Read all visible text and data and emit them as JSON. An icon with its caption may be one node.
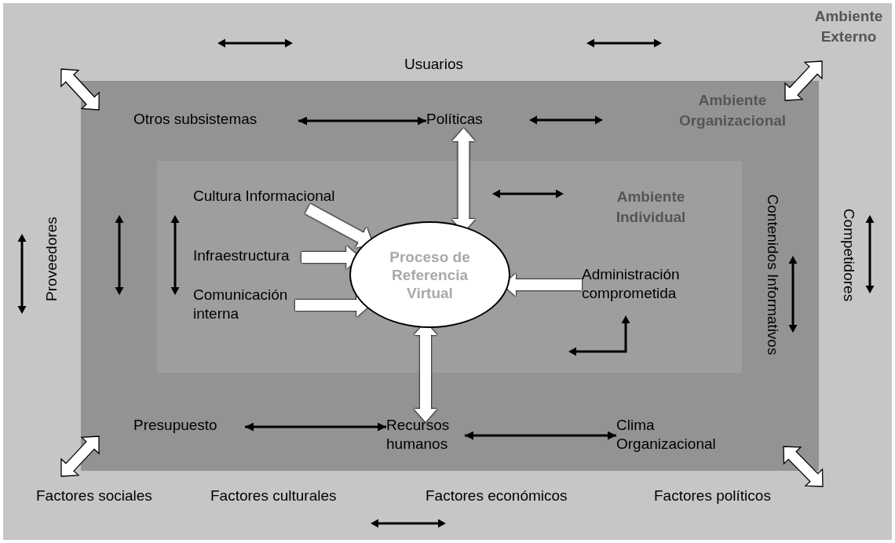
{
  "diagram": {
    "nodes": [
      {
        "text": [
          "Ambiente Externo"
        ]
      },
      {
        "text": [
          "Ambiente Organizacional"
        ],
        "in": 0
      },
      {
        "text": [
          "Ambiente Individual"
        ],
        "in": 1
      },
      {
        "text": [
          "Proceso de Referencia Virtual"
        ],
        "in": 2
      },
      {
        "text": [
          "Usuarios"
        ],
        "in": 0
      },
      {
        "text": [
          "Proveedores"
        ],
        "in": 0
      },
      {
        "text": [
          "Competidores"
        ],
        "in": 0
      },
      {
        "text": [
          "Factores sociales"
        ],
        "in": 0
      },
      {
        "text": [
          "Factores culturales"
        ],
        "in": 0
      },
      {
        "text": [
          "Factores económicos"
        ],
        "in": 0
      },
      {
        "text": [
          "Factores políticos"
        ],
        "in": 0
      },
      {
        "text": [
          "Otros subsistemas"
        ],
        "in": 1
      },
      {
        "text": [
          "Políticas"
        ],
        "in": 1
      },
      {
        "text": [
          "Contenidos Informativos"
        ],
        "in": 1
      },
      {
        "text": [
          "Presupuesto"
        ],
        "in": 1
      },
      {
        "text": [
          "Recursos humanos"
        ],
        "in": 1
      },
      {
        "text": [
          "Clima Organizacional"
        ],
        "in": 1
      },
      {
        "text": [
          "Cultura Informacional"
        ],
        "in": 2
      },
      {
        "text": [
          "Infraestructura"
        ],
        "in": 2
      },
      {
        "text": [
          "Comunicación interna"
        ],
        "in": 2
      },
      {
        "text": [
          "Administración comprometida"
        ],
        "in": 2
      }
    ],
    "edges": [
      {
        "from": 11,
        "to": 12,
        "arrow": "both",
        "color": "#000000"
      },
      {
        "from": 12,
        "to": 3,
        "arrow": "both"
      },
      {
        "from": 3,
        "to": 15,
        "arrow": "both"
      },
      {
        "from": 14,
        "to": 15,
        "arrow": "both",
        "color": "#000000"
      },
      {
        "from": 15,
        "to": 16,
        "arrow": "both",
        "color": "#000000"
      },
      {
        "from": 17,
        "to": 3,
        "arrow": "to"
      },
      {
        "from": 18,
        "to": 3,
        "arrow": "to"
      },
      {
        "from": 19,
        "to": 3,
        "arrow": "to"
      },
      {
        "from": 20,
        "to": 3,
        "arrow": "to"
      }
    ]
  }
}
